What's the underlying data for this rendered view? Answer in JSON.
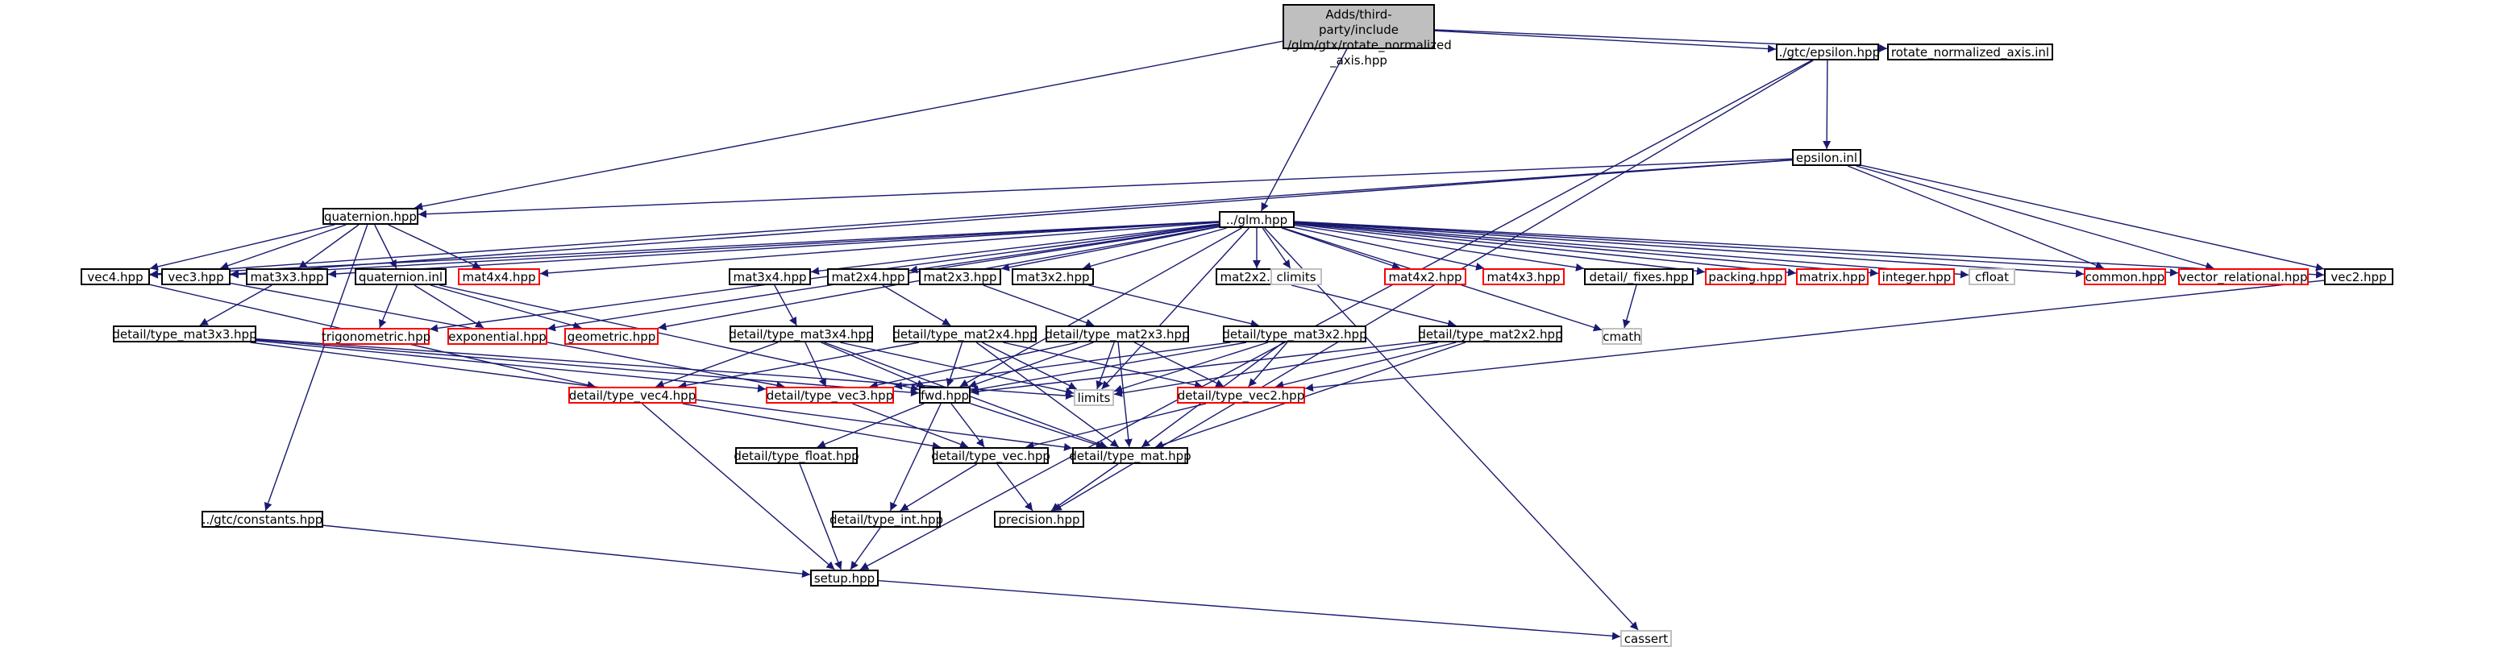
{
  "colors": {
    "edge": "#191970",
    "normal": "#000000",
    "incomplete": "#ff0000",
    "system": "#bfbfbf",
    "root_fill": "#bfbfbf"
  },
  "nodes": {
    "root": {
      "label": "Adds/third-party/include\n/glm/gtx/rotate_normalized\n_axis.hpp",
      "style": "root"
    },
    "epsilon_hpp": {
      "label": "../gtc/epsilon.hpp",
      "style": "normal"
    },
    "rotate_inl": {
      "label": "rotate_normalized_axis.inl",
      "style": "normal"
    },
    "epsilon_inl": {
      "label": "epsilon.inl",
      "style": "normal"
    },
    "quaternion_hpp": {
      "label": "quaternion.hpp",
      "style": "normal"
    },
    "glm_hpp": {
      "label": "../glm.hpp",
      "style": "normal"
    },
    "vec4_hpp": {
      "label": "vec4.hpp",
      "style": "normal"
    },
    "vec3_hpp": {
      "label": "vec3.hpp",
      "style": "normal"
    },
    "mat3x3_hpp": {
      "label": "mat3x3.hpp",
      "style": "normal"
    },
    "quaternion_inl": {
      "label": "quaternion.inl",
      "style": "normal"
    },
    "mat4x4_hpp": {
      "label": "mat4x4.hpp",
      "style": "red"
    },
    "mat3x4_hpp": {
      "label": "mat3x4.hpp",
      "style": "normal"
    },
    "mat2x4_hpp": {
      "label": "mat2x4.hpp",
      "style": "normal"
    },
    "mat2x3_hpp": {
      "label": "mat2x3.hpp",
      "style": "normal"
    },
    "mat3x2_hpp": {
      "label": "mat3x2.hpp",
      "style": "normal"
    },
    "mat2x2_hpp": {
      "label": "mat2x2.hpp",
      "style": "normal"
    },
    "climits": {
      "label": "climits",
      "style": "gray"
    },
    "mat4x2_hpp": {
      "label": "mat4x2.hpp",
      "style": "red"
    },
    "mat4x3_hpp": {
      "label": "mat4x3.hpp",
      "style": "red"
    },
    "fixes_hpp": {
      "label": "detail/_fixes.hpp",
      "style": "normal"
    },
    "packing_hpp": {
      "label": "packing.hpp",
      "style": "red"
    },
    "matrix_hpp": {
      "label": "matrix.hpp",
      "style": "red"
    },
    "integer_hpp": {
      "label": "integer.hpp",
      "style": "red"
    },
    "cfloat": {
      "label": "cfloat",
      "style": "gray"
    },
    "common_hpp": {
      "label": "common.hpp",
      "style": "red"
    },
    "vector_relational_hpp": {
      "label": "vector_relational.hpp",
      "style": "red"
    },
    "vec2_hpp": {
      "label": "vec2.hpp",
      "style": "normal"
    },
    "type_mat3x3": {
      "label": "detail/type_mat3x3.hpp",
      "style": "normal"
    },
    "trigonometric_hpp": {
      "label": "trigonometric.hpp",
      "style": "red"
    },
    "exponential_hpp": {
      "label": "exponential.hpp",
      "style": "red"
    },
    "geometric_hpp": {
      "label": "geometric.hpp",
      "style": "red"
    },
    "type_mat3x4": {
      "label": "detail/type_mat3x4.hpp",
      "style": "normal"
    },
    "type_mat2x4": {
      "label": "detail/type_mat2x4.hpp",
      "style": "normal"
    },
    "type_mat2x3": {
      "label": "detail/type_mat2x3.hpp",
      "style": "normal"
    },
    "type_mat3x2": {
      "label": "detail/type_mat3x2.hpp",
      "style": "normal"
    },
    "type_mat2x2": {
      "label": "detail/type_mat2x2.hpp",
      "style": "normal"
    },
    "cmath": {
      "label": "cmath",
      "style": "gray"
    },
    "limits": {
      "label": "limits",
      "style": "gray"
    },
    "type_vec4": {
      "label": "detail/type_vec4.hpp",
      "style": "red"
    },
    "type_vec3": {
      "label": "detail/type_vec3.hpp",
      "style": "red"
    },
    "fwd_hpp": {
      "label": "fwd.hpp",
      "style": "normal"
    },
    "type_vec2": {
      "label": "detail/type_vec2.hpp",
      "style": "red"
    },
    "type_float": {
      "label": "detail/type_float.hpp",
      "style": "normal"
    },
    "type_vec": {
      "label": "detail/type_vec.hpp",
      "style": "normal"
    },
    "type_mat": {
      "label": "detail/type_mat.hpp",
      "style": "normal"
    },
    "constants_hpp": {
      "label": "../gtc/constants.hpp",
      "style": "normal"
    },
    "type_int": {
      "label": "detail/type_int.hpp",
      "style": "normal"
    },
    "precision_hpp": {
      "label": "precision.hpp",
      "style": "normal"
    },
    "setup_hpp": {
      "label": "setup.hpp",
      "style": "normal"
    },
    "cassert": {
      "label": "cassert",
      "style": "gray"
    }
  },
  "edges": [
    [
      "root",
      "epsilon_hpp"
    ],
    [
      "root",
      "rotate_inl"
    ],
    [
      "root",
      "quaternion_hpp"
    ],
    [
      "root",
      "glm_hpp"
    ],
    [
      "epsilon_hpp",
      "epsilon_inl"
    ],
    [
      "epsilon_hpp",
      "precision_hpp"
    ],
    [
      "epsilon_hpp",
      "setup_hpp"
    ],
    [
      "epsilon_inl",
      "quaternion_hpp"
    ],
    [
      "epsilon_inl",
      "vec3_hpp"
    ],
    [
      "epsilon_inl",
      "vec4_hpp"
    ],
    [
      "epsilon_inl",
      "common_hpp"
    ],
    [
      "epsilon_inl",
      "vector_relational_hpp"
    ],
    [
      "epsilon_inl",
      "vec2_hpp"
    ],
    [
      "quaternion_hpp",
      "constants_hpp"
    ],
    [
      "quaternion_hpp",
      "vec4_hpp"
    ],
    [
      "quaternion_hpp",
      "vec3_hpp"
    ],
    [
      "quaternion_hpp",
      "mat3x3_hpp"
    ],
    [
      "quaternion_hpp",
      "quaternion_inl"
    ],
    [
      "quaternion_hpp",
      "mat4x4_hpp"
    ],
    [
      "glm_hpp",
      "vec4_hpp"
    ],
    [
      "glm_hpp",
      "vec3_hpp"
    ],
    [
      "glm_hpp",
      "mat3x3_hpp"
    ],
    [
      "glm_hpp",
      "mat4x4_hpp"
    ],
    [
      "glm_hpp",
      "mat3x4_hpp"
    ],
    [
      "glm_hpp",
      "mat2x4_hpp"
    ],
    [
      "glm_hpp",
      "mat2x3_hpp"
    ],
    [
      "glm_hpp",
      "mat3x2_hpp"
    ],
    [
      "glm_hpp",
      "mat2x2_hpp"
    ],
    [
      "glm_hpp",
      "climits"
    ],
    [
      "glm_hpp",
      "mat4x2_hpp"
    ],
    [
      "glm_hpp",
      "mat4x3_hpp"
    ],
    [
      "glm_hpp",
      "fixes_hpp"
    ],
    [
      "glm_hpp",
      "packing_hpp"
    ],
    [
      "glm_hpp",
      "matrix_hpp"
    ],
    [
      "glm_hpp",
      "integer_hpp"
    ],
    [
      "glm_hpp",
      "cfloat"
    ],
    [
      "glm_hpp",
      "common_hpp"
    ],
    [
      "glm_hpp",
      "vector_relational_hpp"
    ],
    [
      "glm_hpp",
      "vec2_hpp"
    ],
    [
      "glm_hpp",
      "trigonometric_hpp"
    ],
    [
      "glm_hpp",
      "exponential_hpp"
    ],
    [
      "glm_hpp",
      "geometric_hpp"
    ],
    [
      "glm_hpp",
      "cmath"
    ],
    [
      "glm_hpp",
      "limits"
    ],
    [
      "glm_hpp",
      "fwd_hpp"
    ],
    [
      "glm_hpp",
      "cassert"
    ],
    [
      "vec4_hpp",
      "type_vec4"
    ],
    [
      "vec3_hpp",
      "type_vec3"
    ],
    [
      "mat3x3_hpp",
      "type_mat3x3"
    ],
    [
      "quaternion_inl",
      "trigonometric_hpp"
    ],
    [
      "quaternion_inl",
      "exponential_hpp"
    ],
    [
      "quaternion_inl",
      "geometric_hpp"
    ],
    [
      "quaternion_inl",
      "fwd_hpp"
    ],
    [
      "mat3x4_hpp",
      "type_mat3x4"
    ],
    [
      "mat2x4_hpp",
      "type_mat2x4"
    ],
    [
      "mat2x3_hpp",
      "type_mat2x3"
    ],
    [
      "mat3x2_hpp",
      "type_mat3x2"
    ],
    [
      "mat2x2_hpp",
      "type_mat2x2"
    ],
    [
      "fixes_hpp",
      "cmath"
    ],
    [
      "vec2_hpp",
      "type_vec2"
    ],
    [
      "type_mat3x3",
      "type_vec3"
    ],
    [
      "type_mat3x3",
      "limits"
    ],
    [
      "type_mat3x3",
      "type_mat"
    ],
    [
      "type_mat3x3",
      "fwd_hpp"
    ],
    [
      "type_mat3x4",
      "type_vec4"
    ],
    [
      "type_mat3x4",
      "type_vec3"
    ],
    [
      "type_mat3x4",
      "limits"
    ],
    [
      "type_mat3x4",
      "fwd_hpp"
    ],
    [
      "type_mat3x4",
      "type_mat"
    ],
    [
      "type_mat2x4",
      "type_vec4"
    ],
    [
      "type_mat2x4",
      "type_vec2"
    ],
    [
      "type_mat2x4",
      "limits"
    ],
    [
      "type_mat2x4",
      "fwd_hpp"
    ],
    [
      "type_mat2x4",
      "type_mat"
    ],
    [
      "type_mat2x3",
      "type_vec3"
    ],
    [
      "type_mat2x3",
      "type_vec2"
    ],
    [
      "type_mat2x3",
      "limits"
    ],
    [
      "type_mat2x3",
      "fwd_hpp"
    ],
    [
      "type_mat2x3",
      "type_mat"
    ],
    [
      "type_mat3x2",
      "type_vec3"
    ],
    [
      "type_mat3x2",
      "type_vec2"
    ],
    [
      "type_mat3x2",
      "limits"
    ],
    [
      "type_mat3x2",
      "fwd_hpp"
    ],
    [
      "type_mat3x2",
      "type_mat"
    ],
    [
      "type_mat2x2",
      "type_vec2"
    ],
    [
      "type_mat2x2",
      "limits"
    ],
    [
      "type_mat2x2",
      "fwd_hpp"
    ],
    [
      "type_mat2x2",
      "type_mat"
    ],
    [
      "type_vec4",
      "type_vec"
    ],
    [
      "type_vec4",
      "setup_hpp"
    ],
    [
      "type_vec3",
      "type_vec"
    ],
    [
      "type_vec2",
      "type_vec"
    ],
    [
      "fwd_hpp",
      "type_int"
    ],
    [
      "fwd_hpp",
      "type_float"
    ],
    [
      "fwd_hpp",
      "type_vec"
    ],
    [
      "fwd_hpp",
      "type_mat"
    ],
    [
      "type_float",
      "setup_hpp"
    ],
    [
      "type_vec",
      "type_int"
    ],
    [
      "type_vec",
      "precision_hpp"
    ],
    [
      "type_mat",
      "precision_hpp"
    ],
    [
      "constants_hpp",
      "setup_hpp"
    ],
    [
      "type_int",
      "setup_hpp"
    ],
    [
      "setup_hpp",
      "cassert"
    ]
  ]
}
